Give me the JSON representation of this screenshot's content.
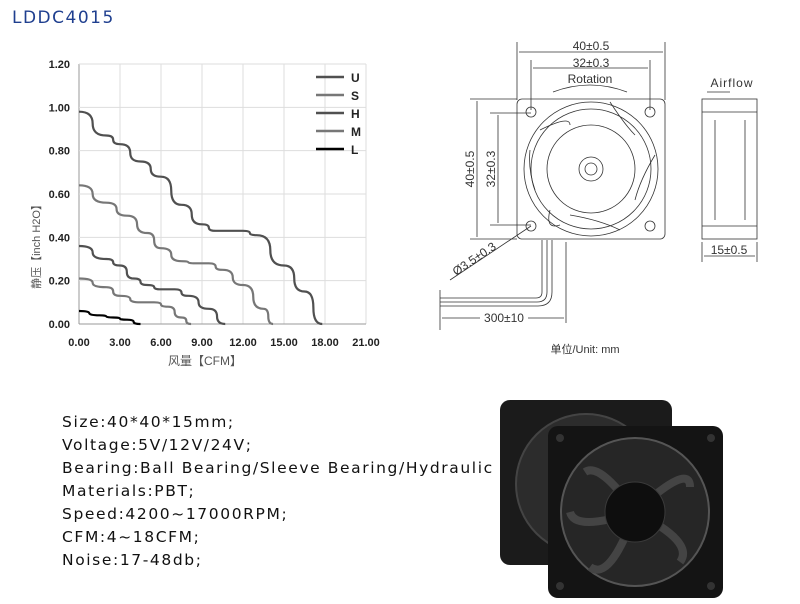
{
  "title": "LDDC4015",
  "chart_data": {
    "type": "line",
    "title": "",
    "xlabel": "风量【CFM】",
    "ylabel": "静压【inch H2O】",
    "xlim": [
      0,
      21
    ],
    "ylim": [
      0,
      1.2
    ],
    "xticks": [
      "0.00",
      "3.00",
      "6.00",
      "9.00",
      "12.00",
      "15.00",
      "18.00",
      "21.00"
    ],
    "yticks": [
      "0.00",
      "0.20",
      "0.40",
      "0.60",
      "0.80",
      "1.00",
      "1.20"
    ],
    "grid": true,
    "legend_position": "top-right",
    "series": [
      {
        "name": "U",
        "color": "#505050",
        "points": [
          [
            0,
            0.98
          ],
          [
            2,
            0.87
          ],
          [
            3,
            0.83
          ],
          [
            4.5,
            0.75
          ],
          [
            6,
            0.68
          ],
          [
            7.5,
            0.55
          ],
          [
            9,
            0.46
          ],
          [
            10,
            0.43
          ],
          [
            12,
            0.43
          ],
          [
            13,
            0.41
          ],
          [
            15,
            0.27
          ],
          [
            16.5,
            0.15
          ],
          [
            17.8,
            0
          ]
        ]
      },
      {
        "name": "S",
        "color": "#777777",
        "points": [
          [
            0,
            0.64
          ],
          [
            2,
            0.56
          ],
          [
            3.5,
            0.5
          ],
          [
            5,
            0.42
          ],
          [
            6,
            0.35
          ],
          [
            7.5,
            0.29
          ],
          [
            8.5,
            0.28
          ],
          [
            9.5,
            0.28
          ],
          [
            10.5,
            0.25
          ],
          [
            12,
            0.18
          ],
          [
            13.5,
            0.07
          ],
          [
            14.2,
            0
          ]
        ]
      },
      {
        "name": "H",
        "color": "#505050",
        "points": [
          [
            0,
            0.36
          ],
          [
            2,
            0.3
          ],
          [
            3,
            0.27
          ],
          [
            4,
            0.21
          ],
          [
            5,
            0.18
          ],
          [
            6,
            0.16
          ],
          [
            7,
            0.16
          ],
          [
            8,
            0.13
          ],
          [
            9.5,
            0.07
          ],
          [
            10.7,
            0
          ]
        ]
      },
      {
        "name": "M",
        "color": "#777777",
        "points": [
          [
            0,
            0.21
          ],
          [
            2,
            0.17
          ],
          [
            3,
            0.13
          ],
          [
            4.5,
            0.1
          ],
          [
            5.5,
            0.1
          ],
          [
            6.5,
            0.08
          ],
          [
            7.5,
            0.03
          ],
          [
            8.2,
            0
          ]
        ]
      },
      {
        "name": "L",
        "color": "#000000",
        "points": [
          [
            0,
            0.06
          ],
          [
            1.5,
            0.04
          ],
          [
            2.5,
            0.03
          ],
          [
            3.5,
            0.02
          ],
          [
            4.5,
            0
          ]
        ]
      }
    ]
  },
  "drawing": {
    "width_outer": "40±0.5",
    "width_hole": "32±0.3",
    "rotation": "Rotation",
    "airflow": "Airflow",
    "height_outer": "40±0.5",
    "height_hole": "32±0.3",
    "hole_dia": "Ø3.5±0.3",
    "thickness": "15±0.5",
    "cable": "300±10",
    "unit": "单位/Unit: mm"
  },
  "specs": [
    "Size:40*40*15mm;",
    "Voltage:5V/12V/24V;",
    "Bearing:Ball Bearing/Sleeve Bearing/Hydraulic",
    "Materials:PBT;",
    "Speed:4200~17000RPM;",
    "CFM:4~18CFM;",
    "Noise:17-48db;"
  ]
}
